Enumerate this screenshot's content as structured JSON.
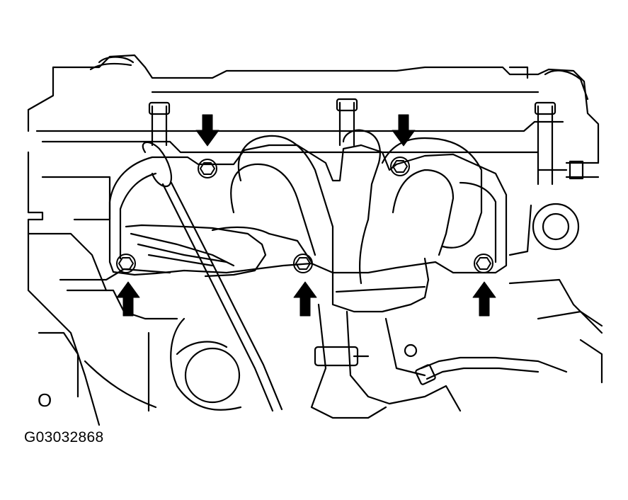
{
  "figure": {
    "code": "G03032868",
    "corner_mark": "O",
    "colors": {
      "line": "#000000",
      "background": "#ffffff"
    },
    "callouts": {
      "down_arrows": 2,
      "up_arrows": 3,
      "marked_nuts": 5
    }
  }
}
